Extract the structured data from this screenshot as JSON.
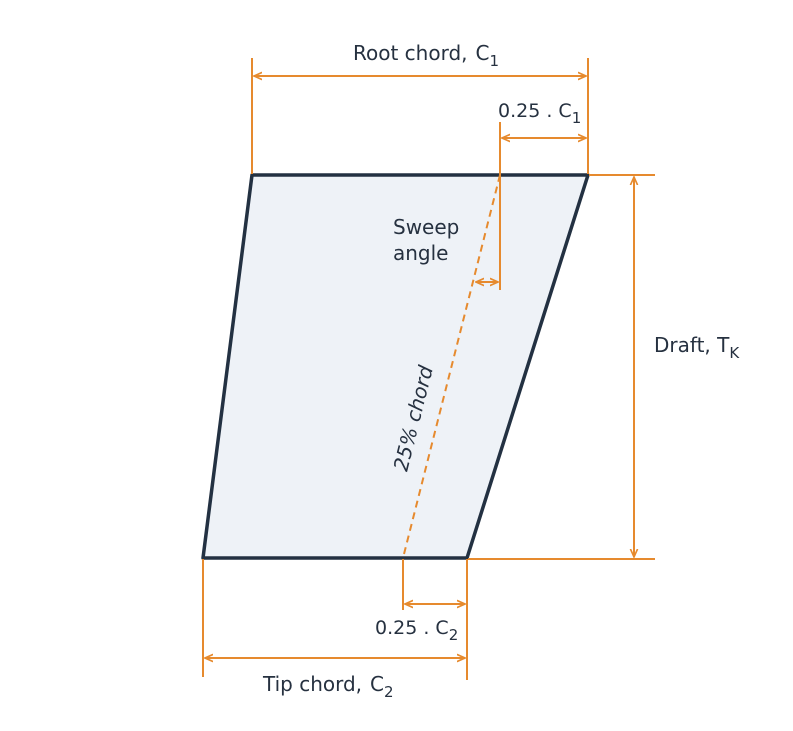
{
  "labels": {
    "root_chord": "Root chord,",
    "root_chord_sym": "C",
    "root_chord_sub": "1",
    "quarter_root": "0.25 . C",
    "quarter_root_sub": "1",
    "sweep_line1": "Sweep",
    "sweep_line2": "angle",
    "chord_25": "25% chord",
    "draft": "Draft, T",
    "draft_sub": "K",
    "quarter_tip": "0.25 . C",
    "quarter_tip_sub": "2",
    "tip_chord": "Tip chord,",
    "tip_chord_sym": "C",
    "tip_chord_sub": "2"
  },
  "colors": {
    "fill": "#eef2f7",
    "outline": "#233142",
    "dimension": "#e68a2e",
    "text": "#263140"
  }
}
